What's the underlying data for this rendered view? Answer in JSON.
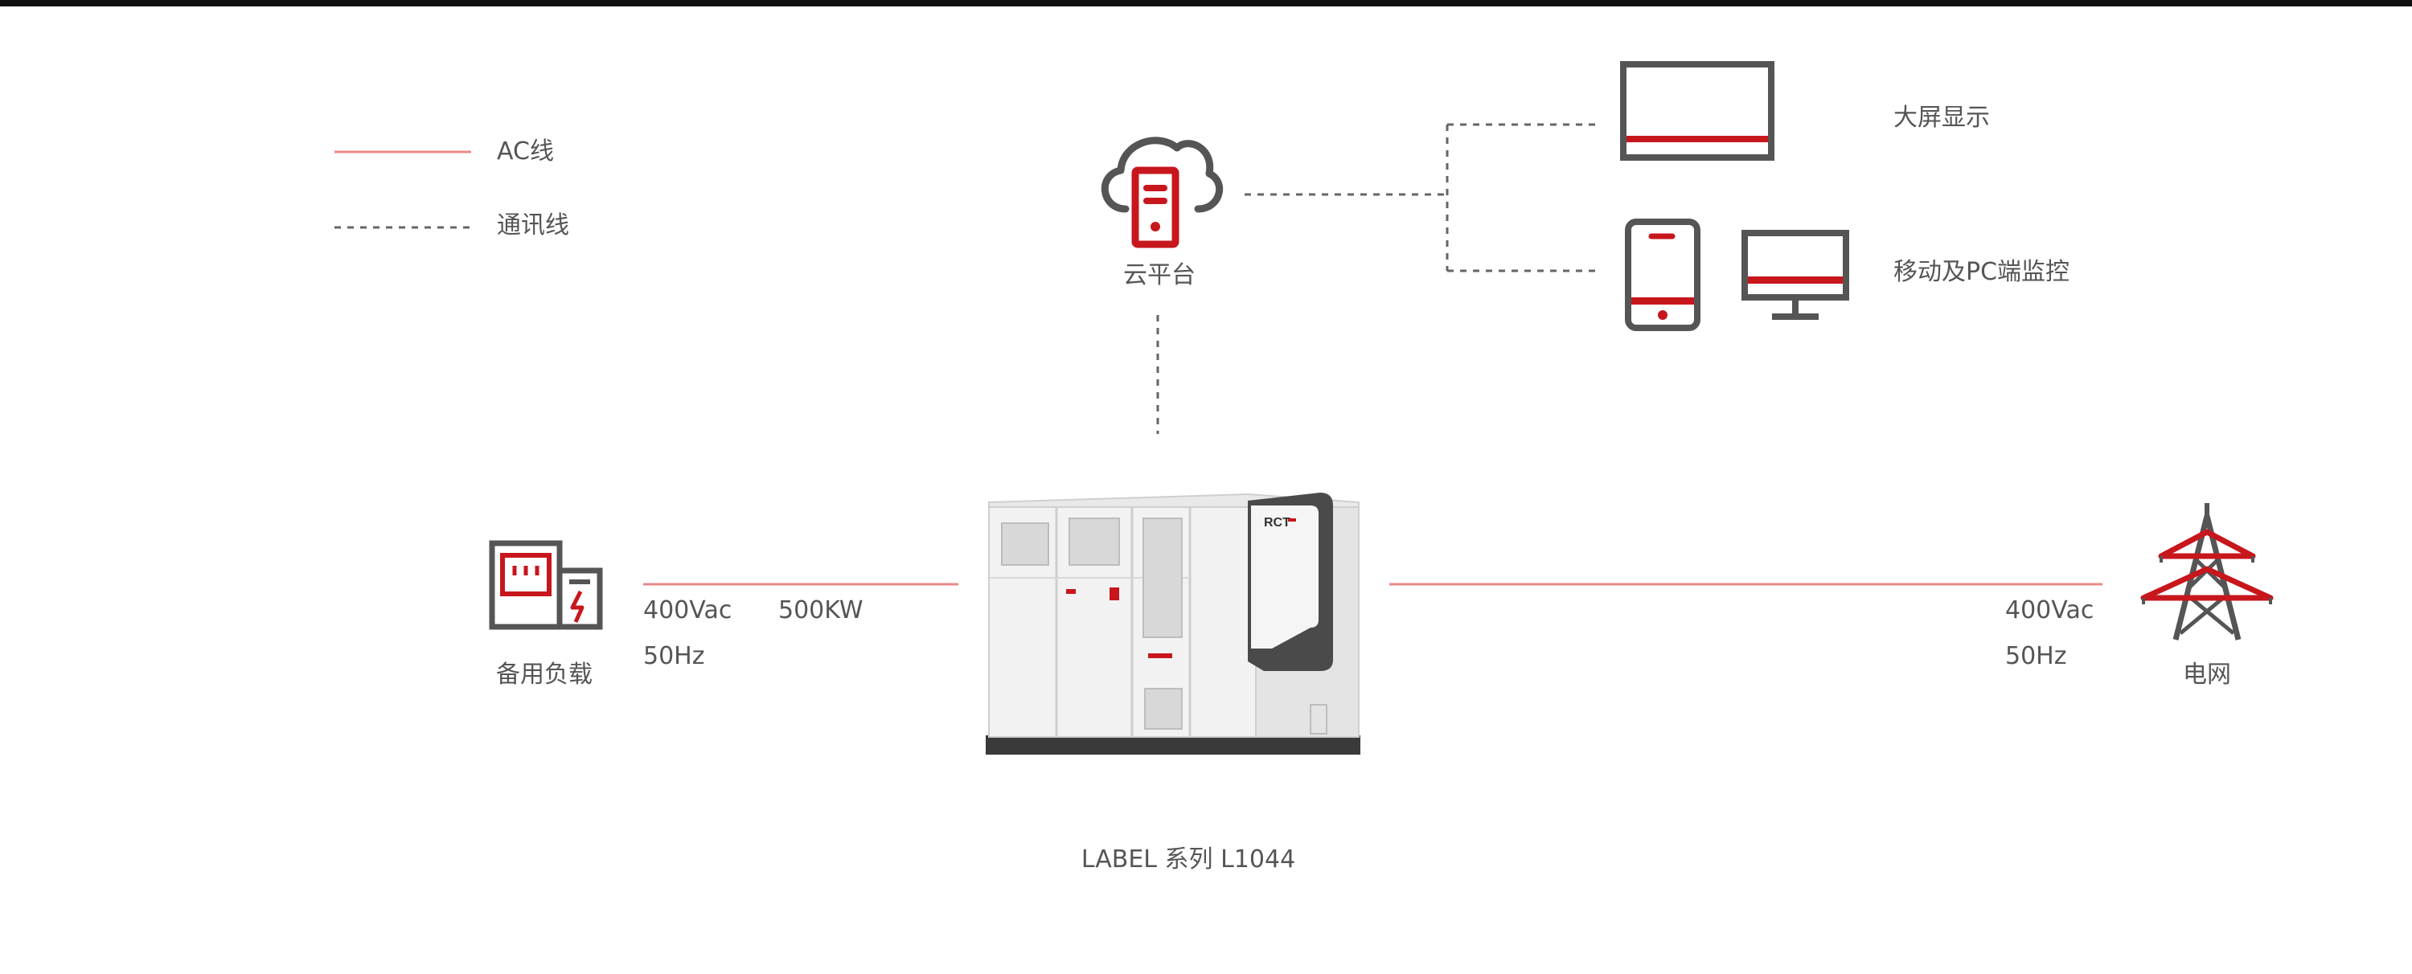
{
  "colors": {
    "accent": "#c8161d",
    "ac_line": "#e88a8a",
    "gray_icon": "#555555",
    "dash_line": "#666666",
    "text": "#555555"
  },
  "legend": {
    "ac_label": "AC线",
    "comm_label": "通讯线"
  },
  "nodes": {
    "cloud": {
      "label": "云平台",
      "icon": "cloud-server-icon"
    },
    "big_screen": {
      "label": "大屏显示",
      "icon": "large-monitor-icon"
    },
    "mobile_pc": {
      "label": "移动及PC端监控",
      "icon": "phone-and-pc-icon"
    },
    "backup_load": {
      "label": "备用负载",
      "icon": "load-cabinet-icon"
    },
    "grid": {
      "label": "电网",
      "icon": "power-tower-icon"
    },
    "cabinet": {
      "label": "LABEL 系列 L1044",
      "icon": "energy-storage-cabinet-icon",
      "brand": "RCT"
    }
  },
  "left_link": {
    "voltage": "400Vac",
    "frequency": "50Hz",
    "power": "500KW"
  },
  "right_link": {
    "voltage": "400Vac",
    "frequency": "50Hz"
  }
}
